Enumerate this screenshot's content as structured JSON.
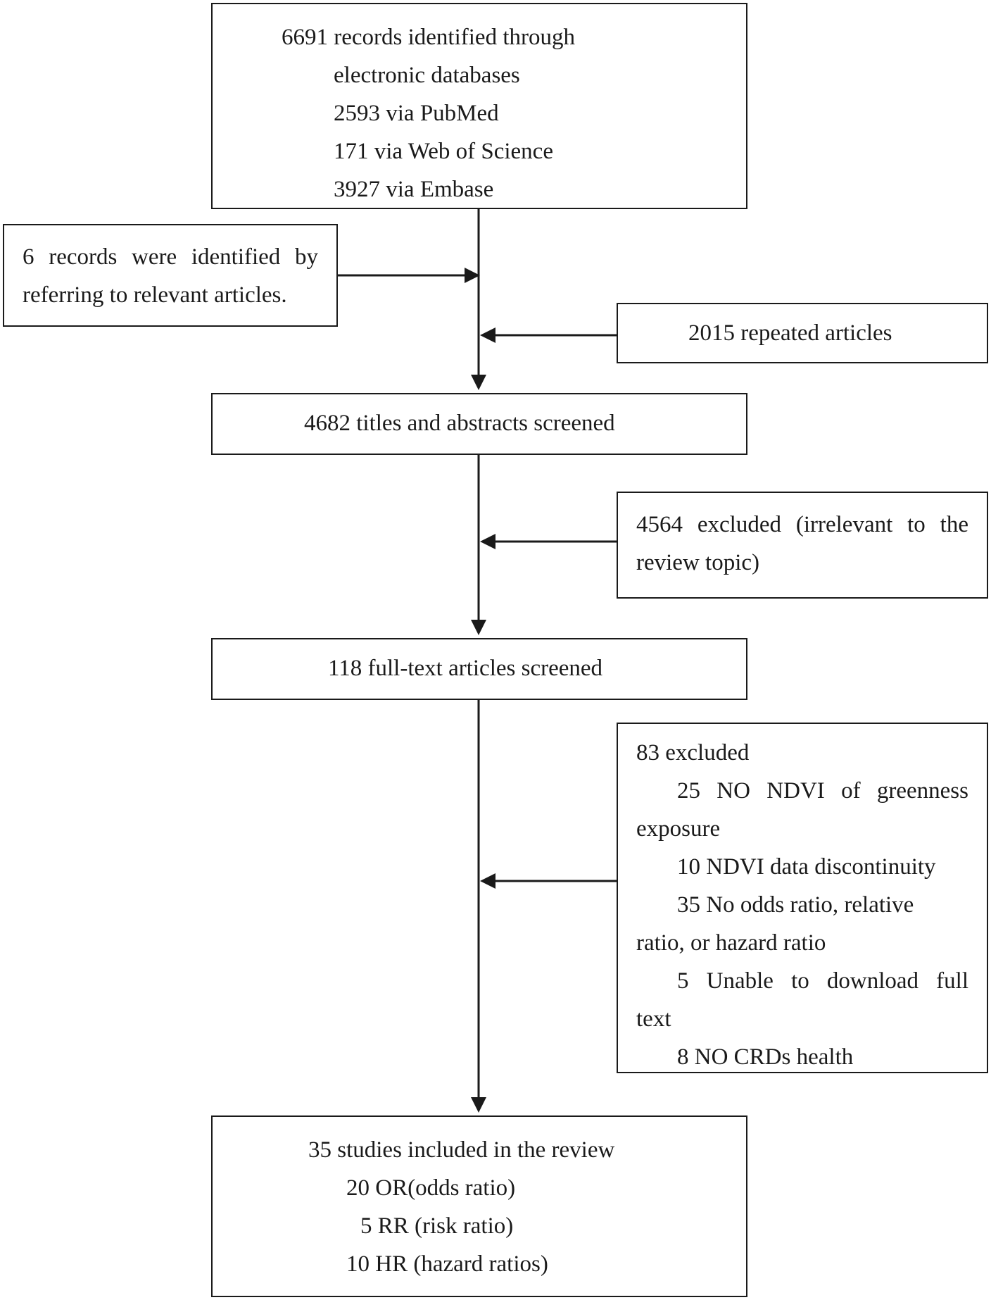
{
  "boxes": {
    "records": {
      "lines": [
        "6691 records identified through",
        "electronic databases",
        "2593 via PubMed",
        "171 via Web of Science",
        "3927 via Embase"
      ]
    },
    "other_sources": {
      "lines": [
        "6 records were identified by",
        "referring to relevant articles."
      ]
    },
    "duplicates": {
      "lines": [
        "2015 repeated articles"
      ]
    },
    "screened": {
      "lines": [
        "4682 titles and abstracts screened"
      ]
    },
    "excluded_screening": {
      "lines": [
        "4564 excluded (irrelevant to the",
        "review topic)"
      ]
    },
    "fulltext": {
      "lines": [
        "118 full-text articles screened"
      ]
    },
    "excluded_fulltext": {
      "lines": [
        "83 excluded",
        "25 NO NDVI of greenness",
        "exposure",
        "10 NDVI data discontinuity",
        "35 No odds ratio, relative",
        "ratio, or hazard ratio",
        "5 Unable to download full",
        "text",
        "8 NO CRDs health"
      ]
    },
    "included": {
      "lines": [
        "35 studies included in the review",
        "20 OR(odds ratio)",
        "5 RR (risk ratio)",
        "10 HR (hazard ratios)"
      ]
    }
  },
  "colors": {
    "stroke": "#1a1a1a",
    "background": "#ffffff"
  }
}
